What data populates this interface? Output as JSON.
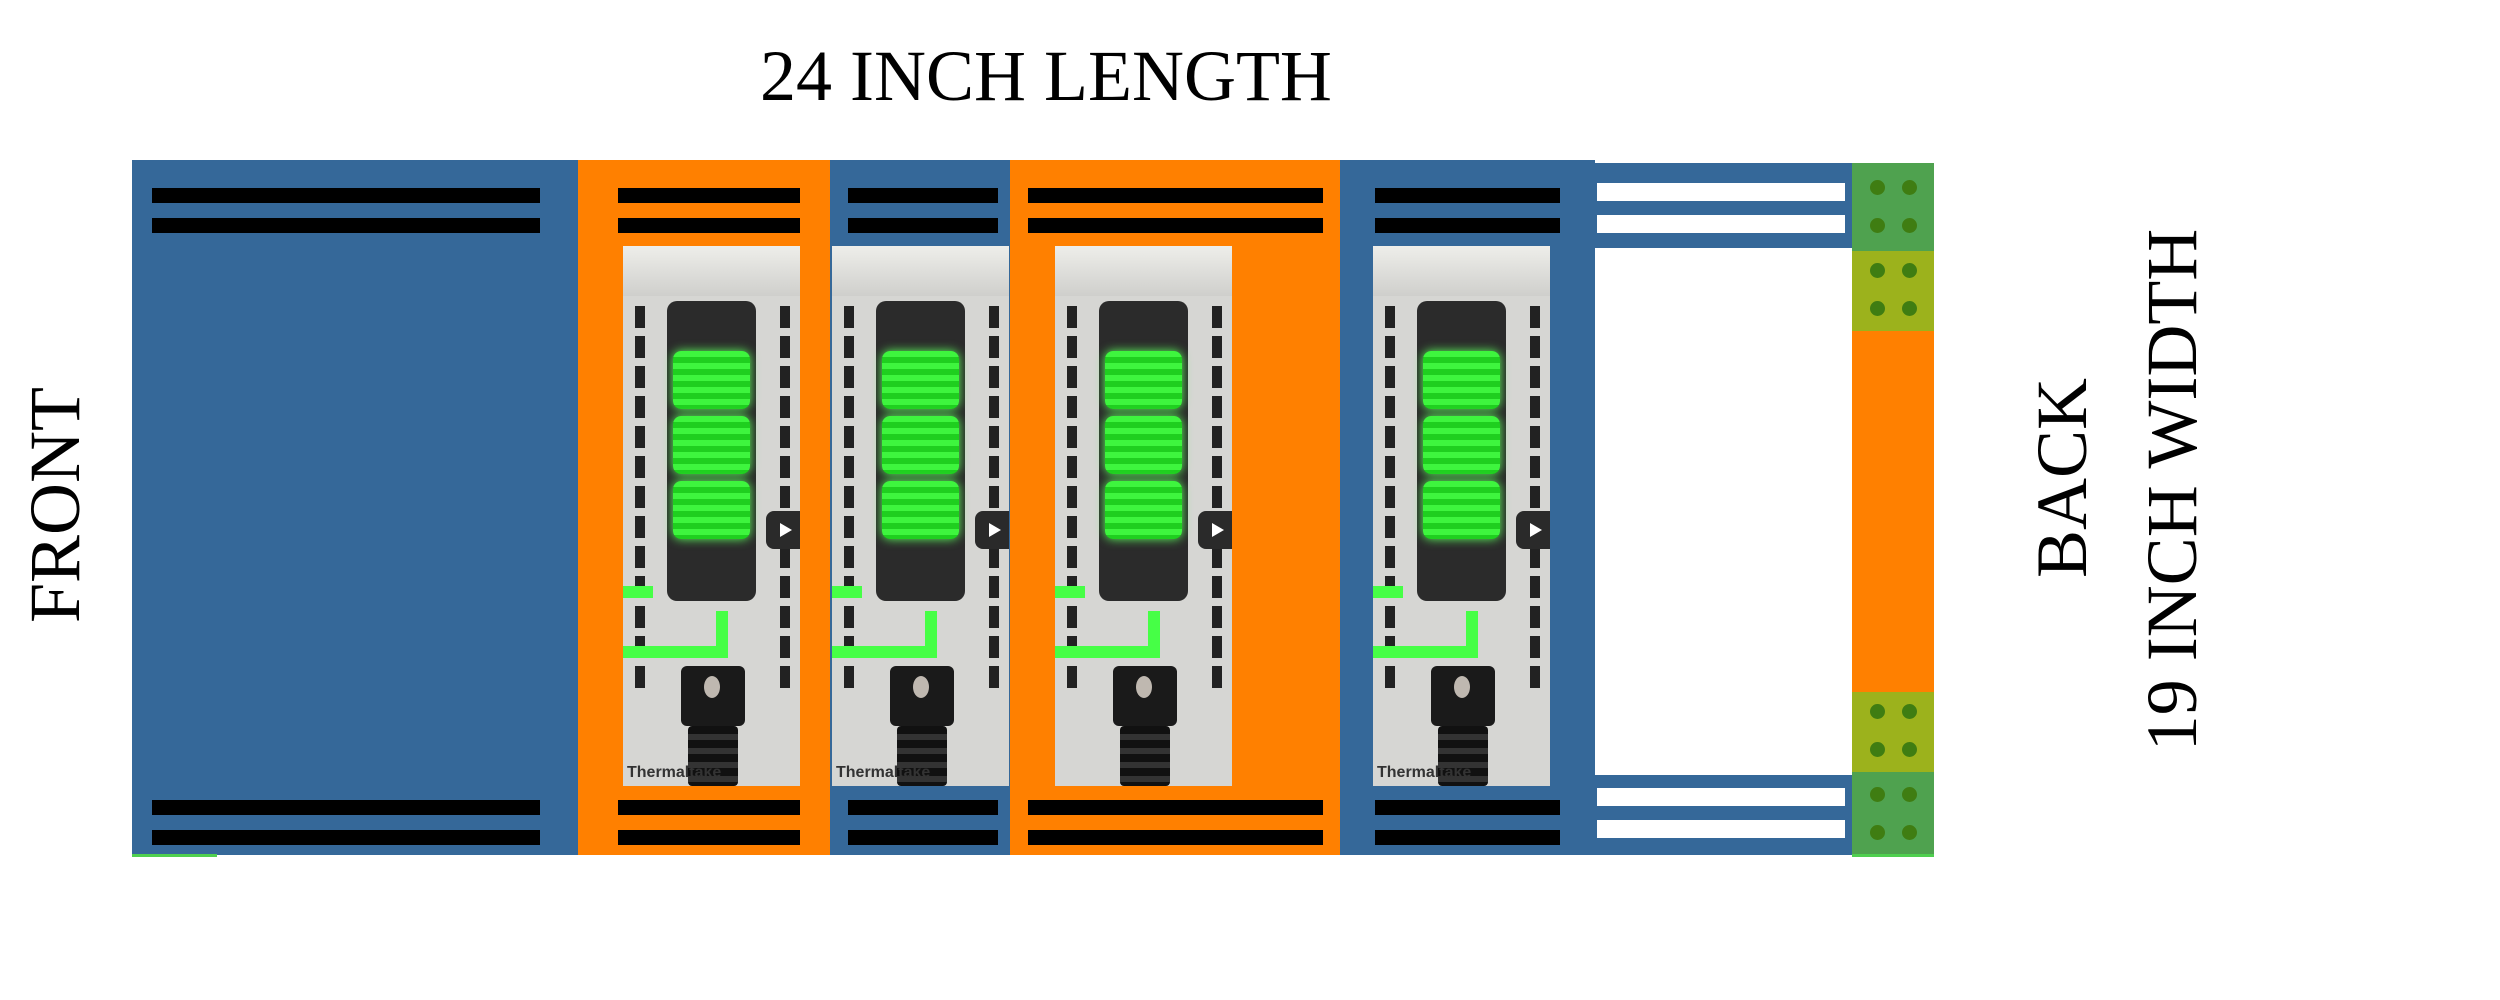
{
  "labels": {
    "length": "24 INCH LENGTH",
    "front": "FRONT",
    "back": "BACK",
    "width": "19 INCH WIDTH"
  },
  "photo": {
    "brand": "Thermaltake"
  },
  "colors": {
    "blue": "#356899",
    "orange": "#ff8000",
    "connector_green": "#4fa24f",
    "connector_olive": "#9cb21c"
  }
}
